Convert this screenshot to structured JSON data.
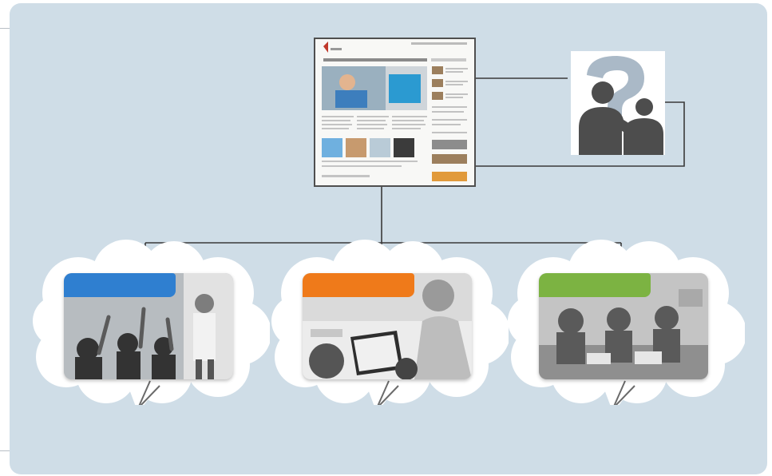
{
  "colors": {
    "panel_background": "#cfdde7",
    "connector": "#3a3a3a",
    "category_1": "#2f7fd0",
    "category_2": "#ef7a1a",
    "category_3": "#7cb342"
  },
  "diagram": {
    "hub": {
      "type": "website-screenshot"
    },
    "help": {
      "icon": "people-question-icon"
    },
    "categories": [
      {
        "id": "classroom",
        "tab_color": "#2f7fd0",
        "photo": "classroom-raised-hands"
      },
      {
        "id": "collaboration",
        "tab_color": "#ef7a1a",
        "photo": "tablet-collaboration"
      },
      {
        "id": "group-learning",
        "tab_color": "#7cb342",
        "photo": "group-table-learning"
      }
    ]
  }
}
